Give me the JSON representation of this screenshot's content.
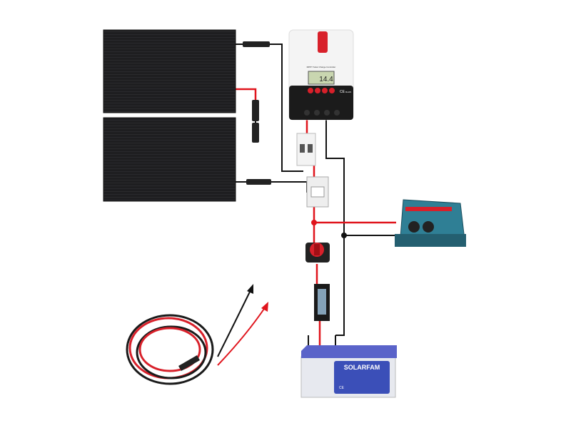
{
  "controller": {
    "model_label": "MPPT Solar Charge Controller",
    "lcd_value": "14.4",
    "cert_ce": "CE",
    "cert_rohs": "RoHS"
  },
  "battery": {
    "brand": "SOLARFAM",
    "cert": "CE"
  },
  "colors": {
    "positive_wire": "#e0141c",
    "negative_wire": "#111111",
    "panel": "#1c1c1e",
    "inverter": "#2f7f95",
    "battery_lid": "#5a63c9"
  }
}
